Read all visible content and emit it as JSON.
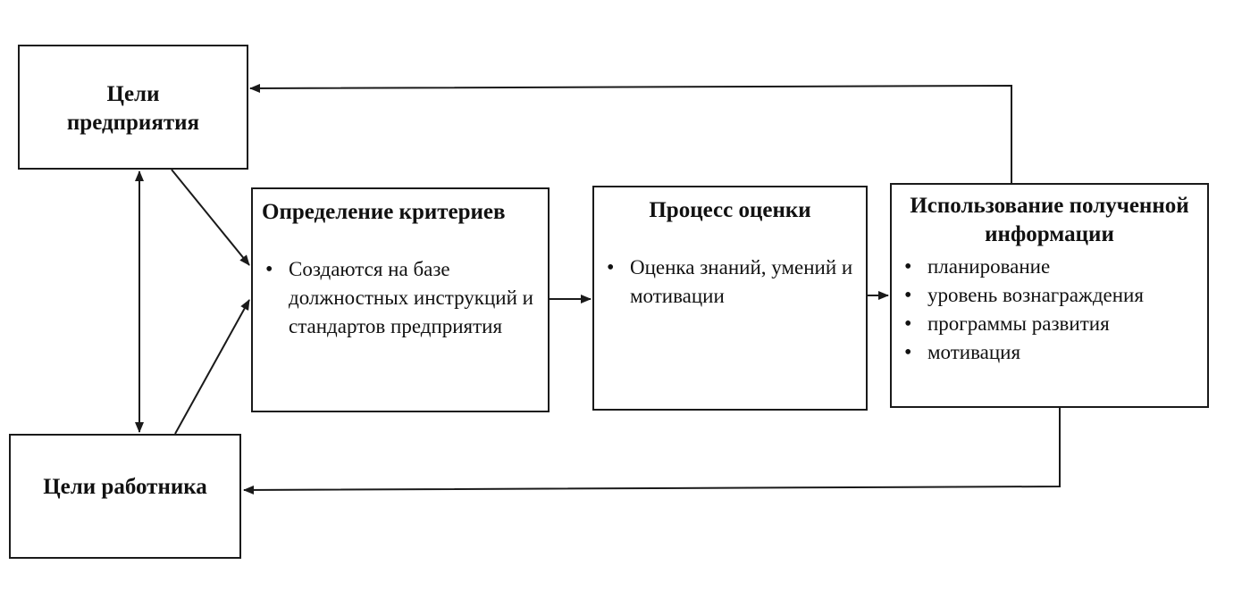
{
  "diagram": {
    "nodes": {
      "enterprise_goals": {
        "title": "Цели\nпредприятия"
      },
      "employee_goals": {
        "title": "Цели работника"
      },
      "criteria": {
        "title": "Определение критериев",
        "items": [
          "Создаются на базе должностных инструкций и стандартов предприятия"
        ]
      },
      "process": {
        "title": "Процесс оценки",
        "items": [
          "Оценка знаний, умений и мотивации"
        ]
      },
      "usage": {
        "title": "Использование полученной информации",
        "items": [
          "планирование",
          "уровень вознаграждения",
          "программы развития",
          "мотивация"
        ]
      }
    },
    "edges": [
      {
        "from": "enterprise_goals",
        "to": "employee_goals",
        "type": "bidirectional"
      },
      {
        "from": "enterprise_goals",
        "to": "criteria",
        "type": "arrow"
      },
      {
        "from": "employee_goals",
        "to": "criteria",
        "type": "arrow"
      },
      {
        "from": "criteria",
        "to": "process",
        "type": "arrow"
      },
      {
        "from": "process",
        "to": "usage",
        "type": "arrow"
      },
      {
        "from": "usage",
        "to": "enterprise_goals",
        "type": "arrow"
      },
      {
        "from": "usage",
        "to": "employee_goals",
        "type": "arrow"
      }
    ],
    "colors": {
      "stroke": "#1a1a1a",
      "background": "#ffffff"
    }
  }
}
